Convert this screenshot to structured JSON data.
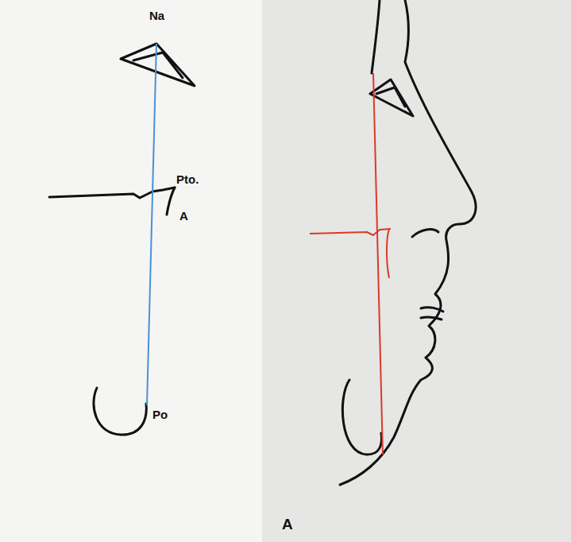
{
  "diagram": {
    "labels": [
      "Na",
      "Pto.",
      "A",
      "Po",
      "A"
    ]
  }
}
